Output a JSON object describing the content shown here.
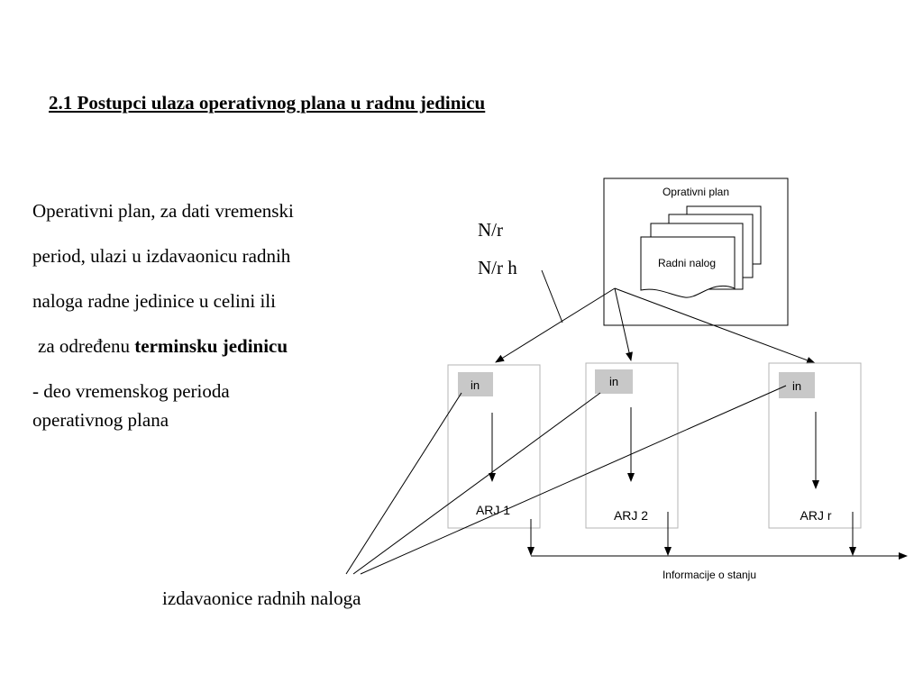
{
  "title": "2.1 Postupci ulaza operativnog plana u radnu jedinicu",
  "paragraph": {
    "line1": "Operativni plan, za dati vremenski",
    "line2": "period, ulazi u izdavaonicu radnih",
    "line3": "naloga radne jedinice u celini ili",
    "line4_prefix": "za određenu",
    "line4_bold": "terminsku jedinicu",
    "line5": "- deo vremenskog perioda",
    "line6": "operativnog plana"
  },
  "diagram": {
    "plan_box_label": "Oprativni plan",
    "document_label": "Radni nalog",
    "label_nr": "N/r",
    "label_nrh": "N/r h",
    "units": [
      {
        "in_label": "in",
        "unit_label": "ARJ 1"
      },
      {
        "in_label": "in",
        "unit_label": "ARJ 2"
      },
      {
        "in_label": "in",
        "unit_label": "ARJ r"
      }
    ],
    "status_label": "Informacije o stanju",
    "issuing_label": "izdavaonice radnih naloga"
  },
  "colors": {
    "in_box_fill": "#c8c8c8",
    "unit_box_stroke": "#b4b4b4",
    "line": "#000000"
  }
}
